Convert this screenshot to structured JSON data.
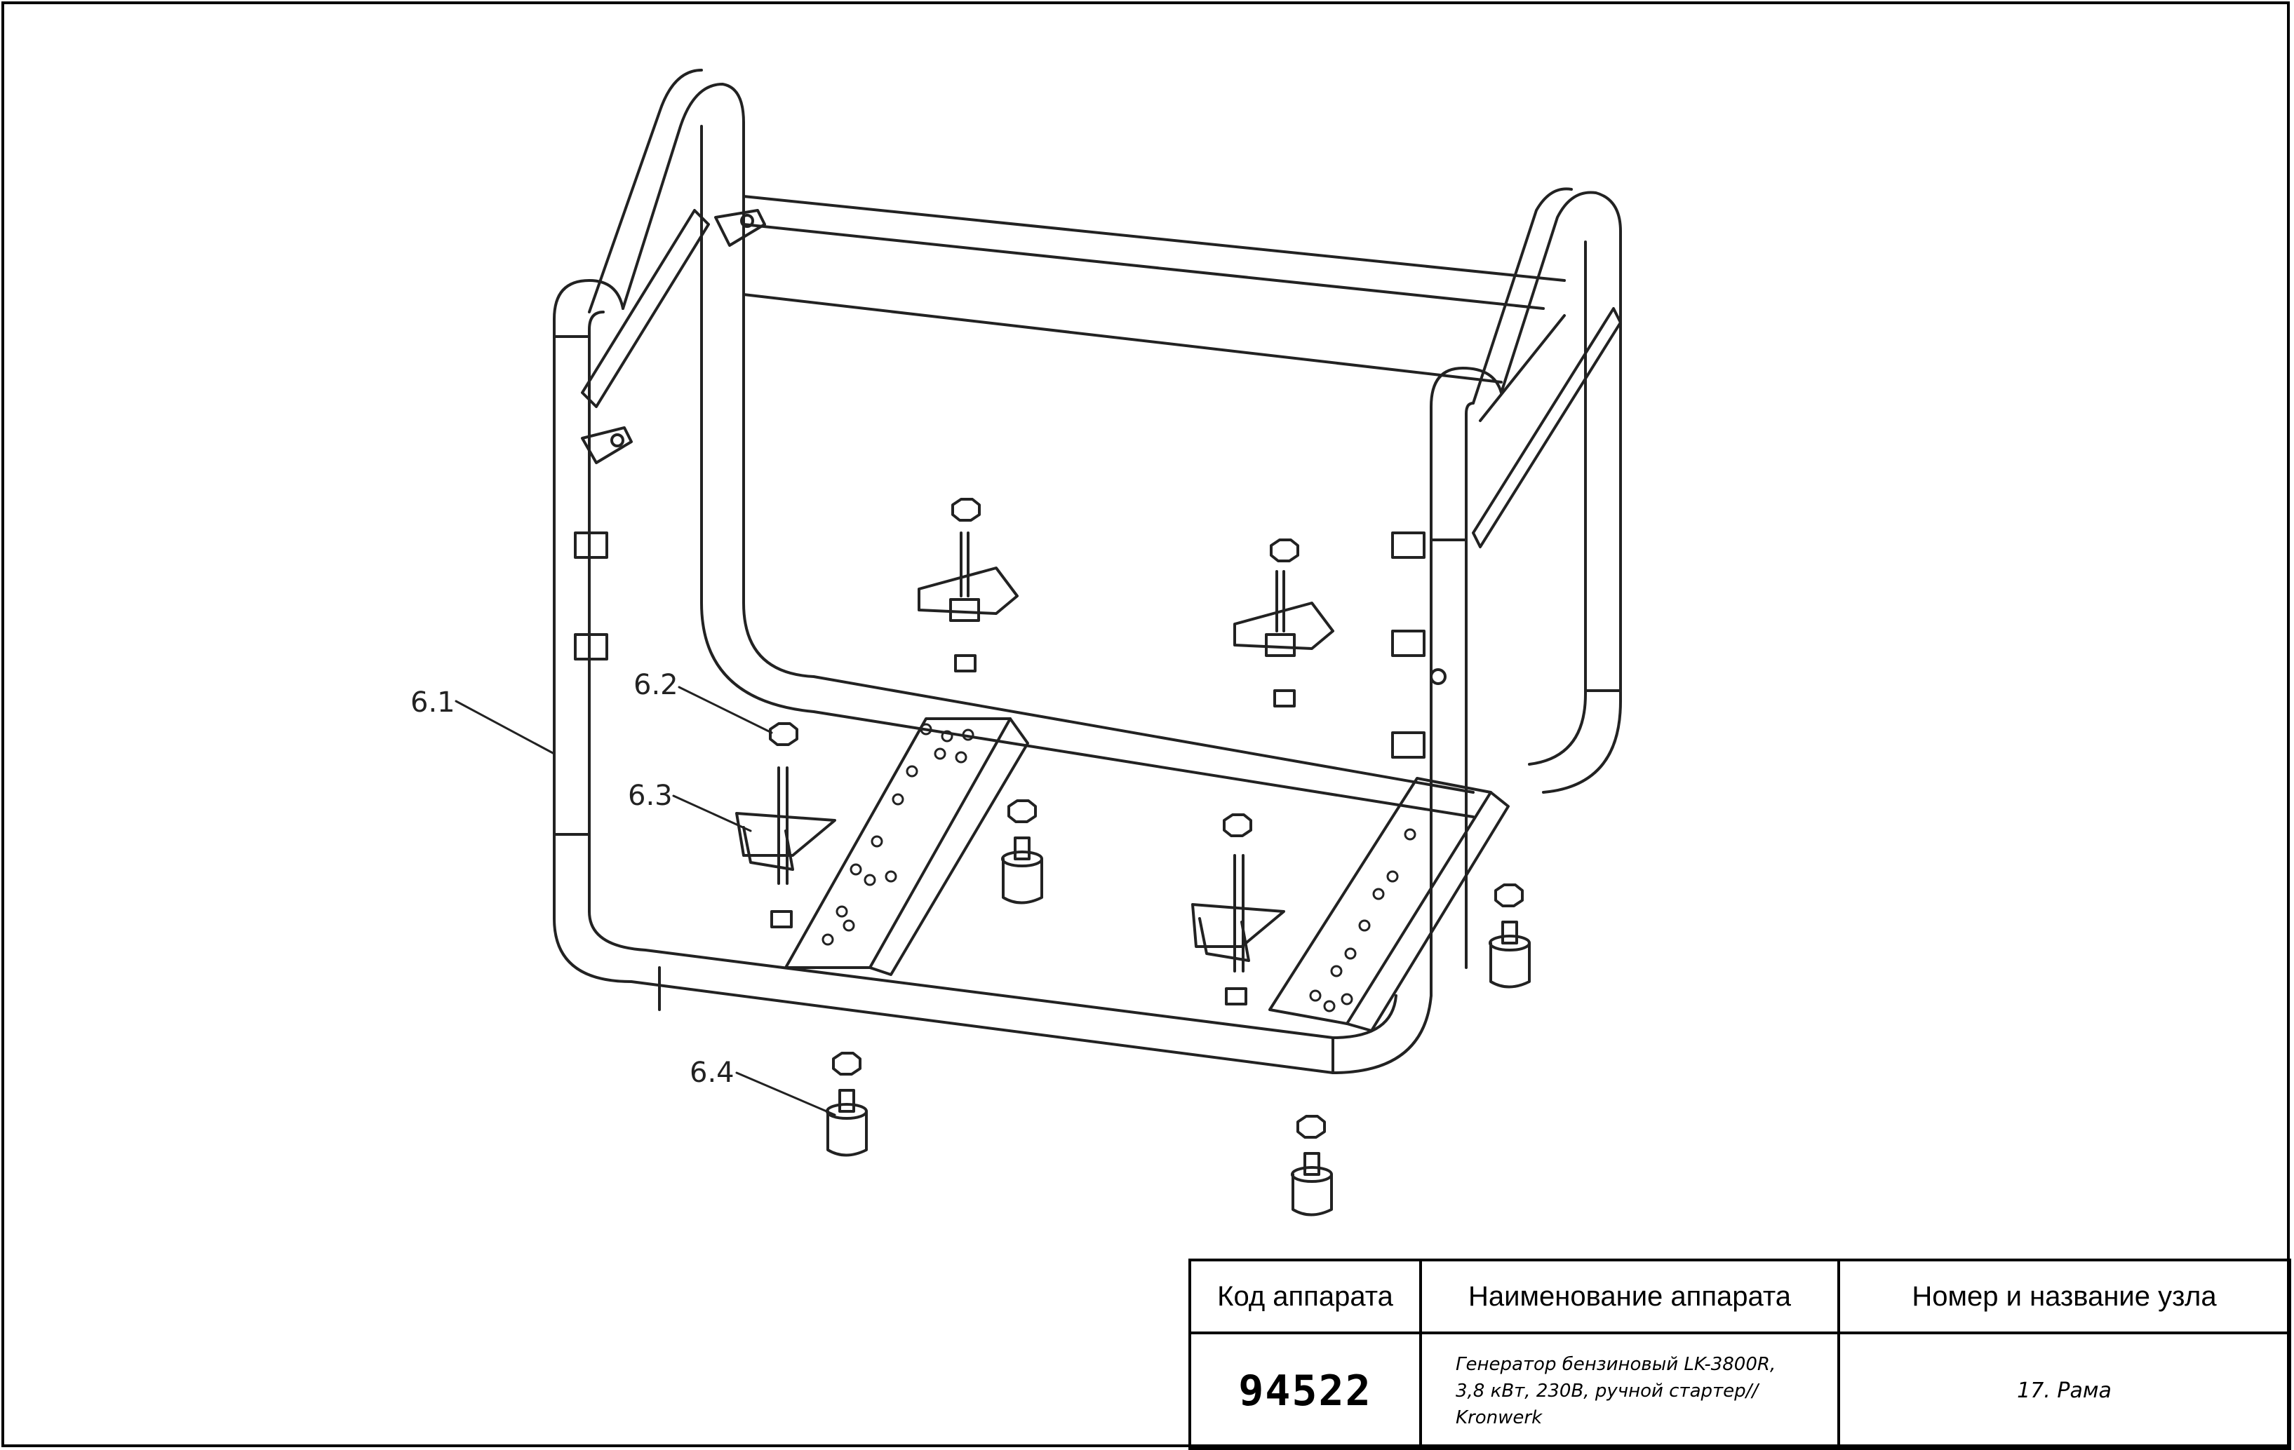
{
  "callouts": {
    "c61": "6.1",
    "c62": "6.2",
    "c63": "6.3",
    "c64": "6.4"
  },
  "title_block": {
    "headers": {
      "code": "Код аппарата",
      "name": "Наименование аппарата",
      "node": "Номер и название узла"
    },
    "code": "94522",
    "name_lines": [
      "Генератор бензиновый LK-3800R,",
      "3,8 кВт, 230В, ручной стартер//",
      "Kronwerk"
    ],
    "node": "17. Рама"
  }
}
